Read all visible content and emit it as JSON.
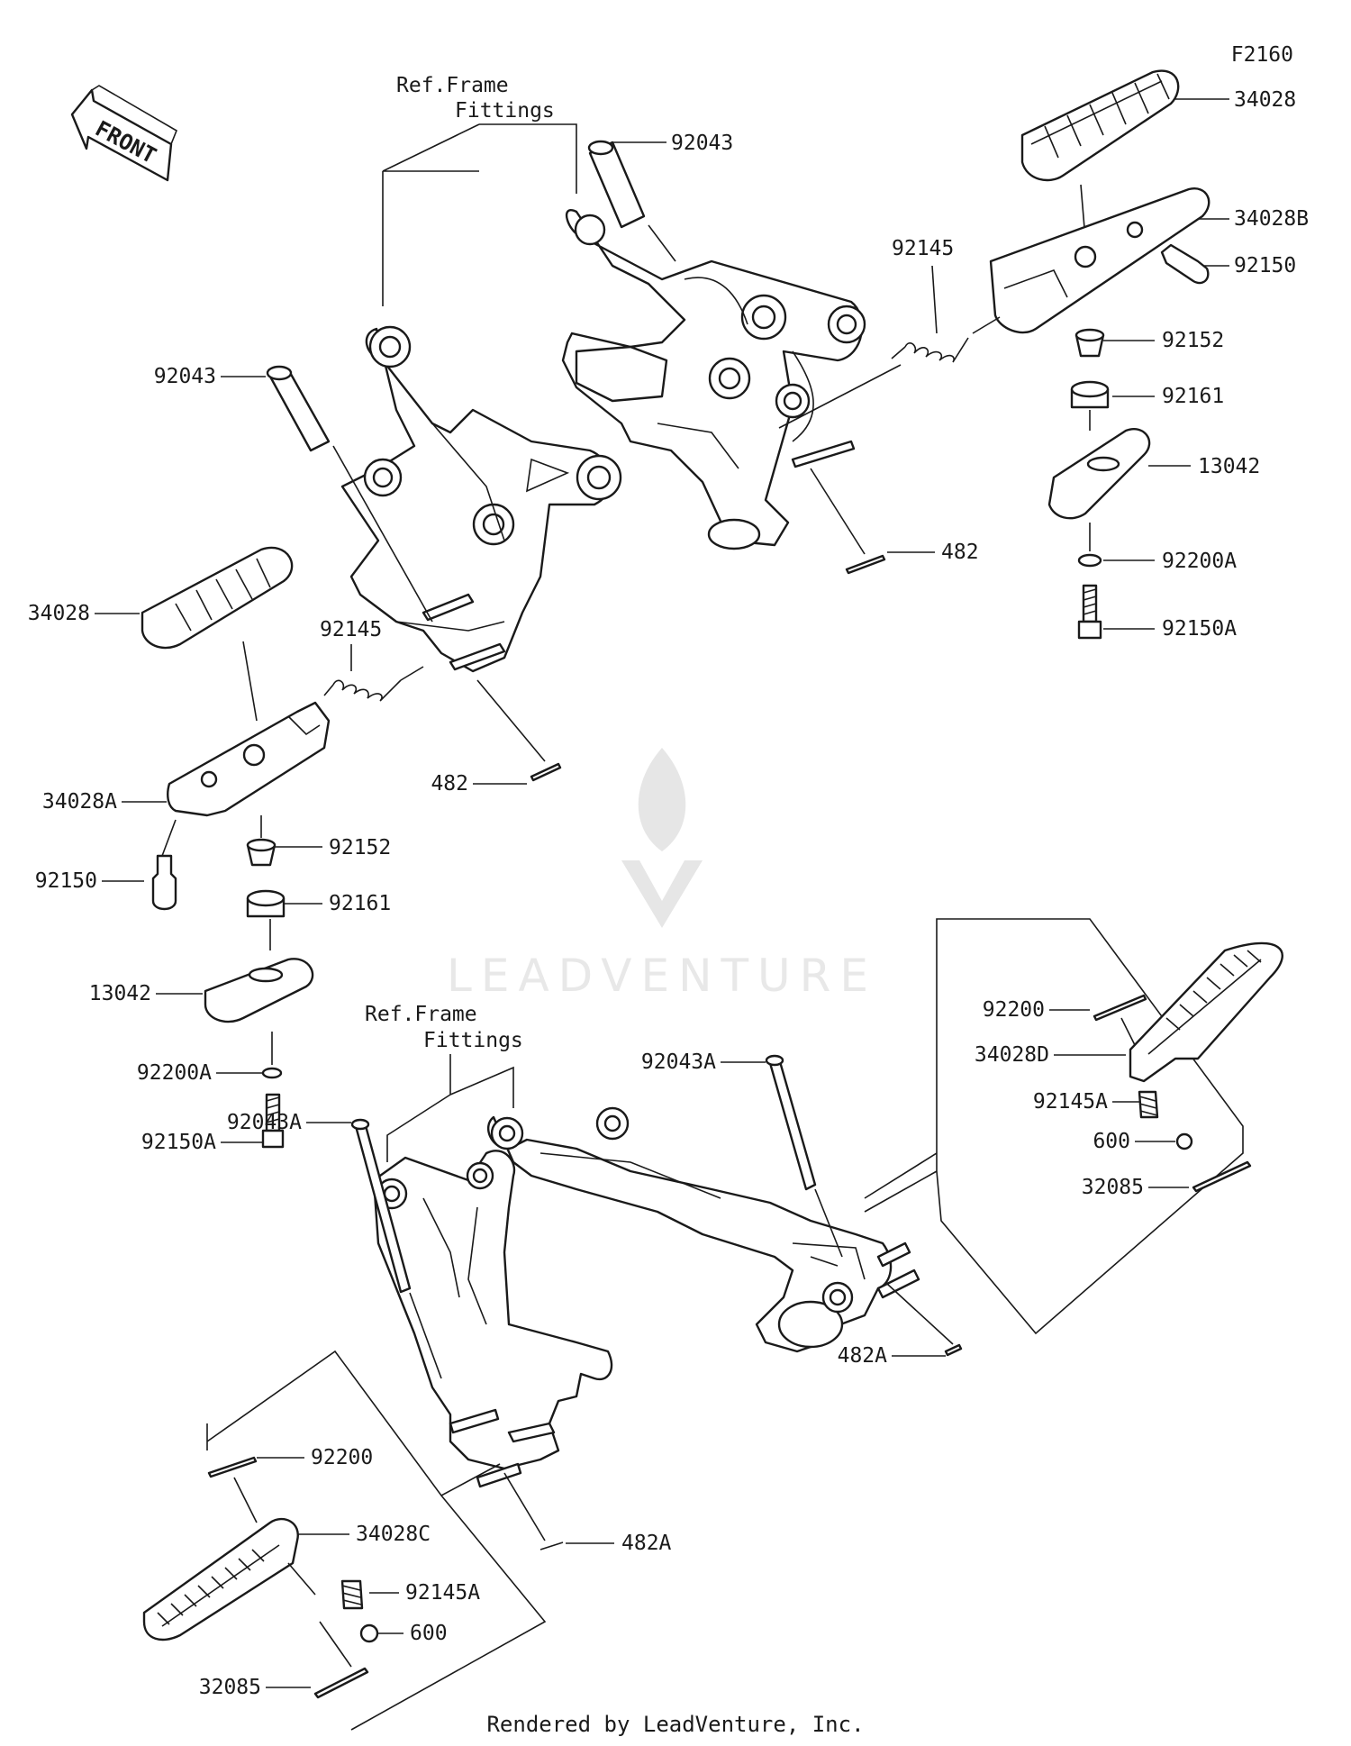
{
  "diagram_code": "F2160",
  "front_label": "FRONT",
  "ref_frame_top": {
    "line1": "Ref.Frame",
    "line2": "Fittings"
  },
  "ref_frame_bottom": {
    "line1": "Ref.Frame",
    "line2": "Fittings"
  },
  "callouts": {
    "r_34028": "34028",
    "r_34028B": "34028B",
    "r_92150": "92150",
    "r_92152": "92152",
    "r_92161": "92161",
    "r_13042": "13042",
    "r_92200A": "92200A",
    "r_92150A": "92150A",
    "r_92145": "92145",
    "r_92043_top": "92043",
    "r_482": "482",
    "l_92043": "92043",
    "l_34028": "34028",
    "l_92145": "92145",
    "l_482": "482",
    "l_34028A": "34028A",
    "l_92150": "92150",
    "l_92152": "92152",
    "l_92161": "92161",
    "l_13042": "13042",
    "l_92200A": "92200A",
    "l_92150A": "92150A",
    "br_92200": "92200",
    "br_34028D": "34028D",
    "br_92145A": "92145A",
    "br_600": "600",
    "br_32085": "32085",
    "br_92043A": "92043A",
    "br_482A": "482A",
    "bl_92043A": "92043A",
    "bl_92200": "92200",
    "bl_34028C": "34028C",
    "bl_92145A": "92145A",
    "bl_600": "600",
    "bl_32085": "32085",
    "bl_482A": "482A"
  },
  "watermark": "LEADVENTURE",
  "footer": "Rendered by LeadVenture, Inc."
}
